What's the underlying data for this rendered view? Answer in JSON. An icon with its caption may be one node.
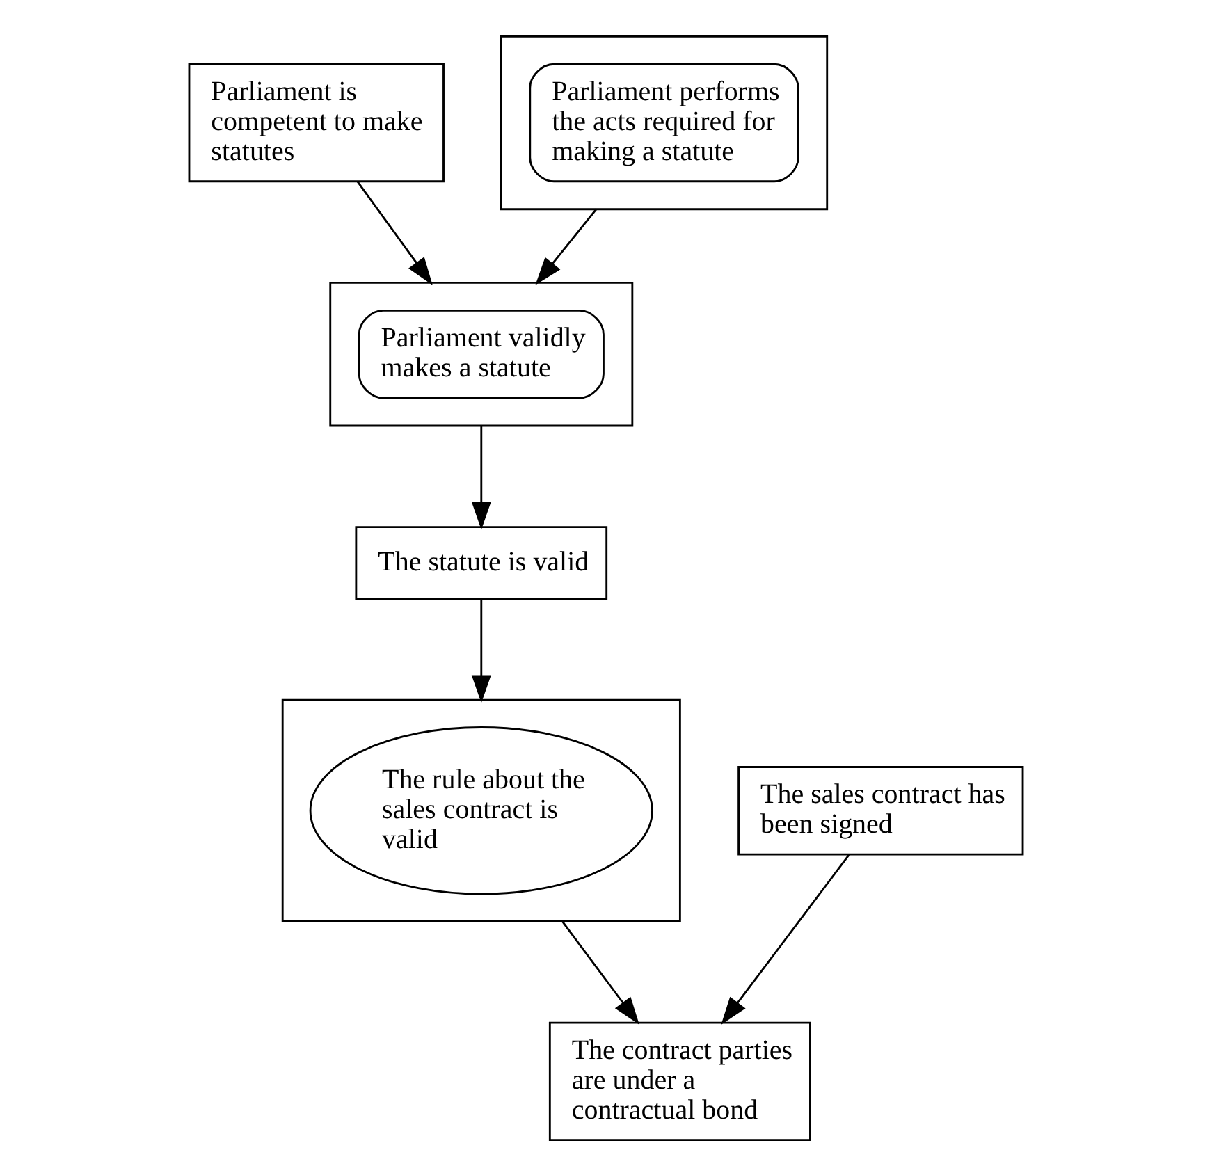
{
  "diagram": {
    "nodes": [
      {
        "text": [
          "Parliament is competent to make statutes"
        ]
      },
      {
        "text": [],
        "shape": "box"
      },
      {
        "text": [
          "Parliament performs the acts required for making a statute"
        ],
        "in": 1
      },
      {
        "text": [],
        "shape": "box"
      },
      {
        "text": [
          "Parliament validly makes a statute"
        ],
        "in": 3
      },
      {
        "text": [
          "The statute is valid"
        ]
      },
      {
        "text": [],
        "shape": "box"
      },
      {
        "text": [
          "The rule about the sales contract is valid"
        ],
        "in": 6
      },
      {
        "text": [
          "The sales contract has been signed"
        ]
      },
      {
        "text": [
          "The contract parties are under a contractual bond"
        ]
      }
    ],
    "edges": [
      {
        "from": 0,
        "to": 3,
        "arrow": "to"
      },
      {
        "from": 1,
        "to": 3,
        "arrow": "to"
      },
      {
        "from": 3,
        "to": 5,
        "arrow": "to"
      },
      {
        "from": 5,
        "to": 6,
        "arrow": "to"
      },
      {
        "from": 6,
        "to": 9,
        "arrow": "to"
      },
      {
        "from": 8,
        "to": 9,
        "arrow": "to"
      }
    ]
  }
}
